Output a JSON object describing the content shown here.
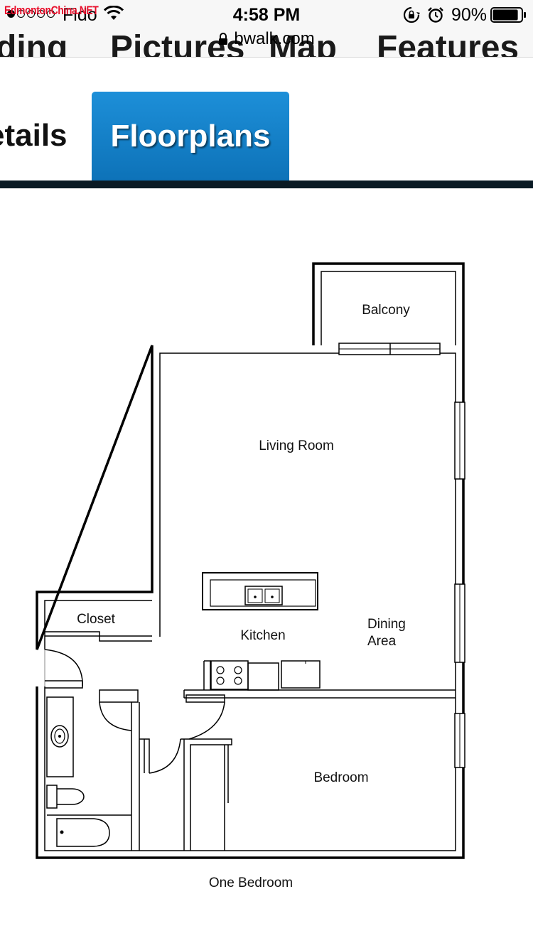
{
  "status_bar": {
    "carrier": "Fido",
    "watermark": "EdmontonChina.NET",
    "time": "4:58 PM",
    "url": "bwalk.com",
    "battery_percent": "90%",
    "signal_bars_filled": 1,
    "signal_bars_total": 5,
    "battery_level": 0.9
  },
  "nav": {
    "cut_items": [
      "ding",
      "Pictures",
      "Map",
      "Features"
    ],
    "tabs": [
      {
        "label": "etails",
        "active": false
      },
      {
        "label": "Floorplans",
        "active": true
      }
    ],
    "active_tab_color": "#1380c8"
  },
  "floorplan": {
    "title": "One Bedroom",
    "rooms": {
      "balcony": "Balcony",
      "living_room": "Living Room",
      "closet": "Closet",
      "kitchen": "Kitchen",
      "dining_area": "Dining Area",
      "dining_line1": "Dining",
      "dining_line2": "Area",
      "bedroom": "Bedroom"
    }
  },
  "icons": [
    "wifi-icon",
    "lock-icon",
    "rotation-lock-icon",
    "alarm-icon",
    "battery-icon"
  ]
}
